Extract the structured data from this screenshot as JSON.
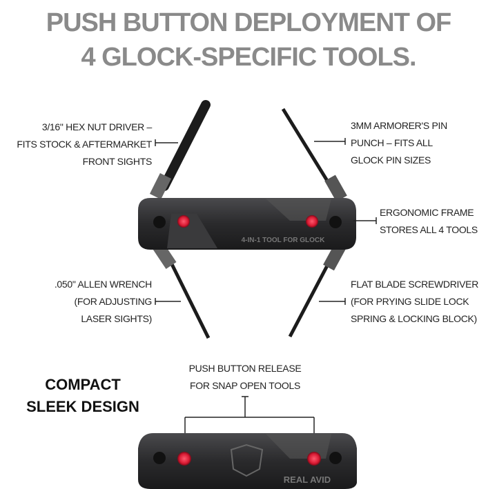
{
  "headline": {
    "line1": "PUSH BUTTON DEPLOYMENT OF",
    "line2": "4 GLOCK-SPECIFIC TOOLS."
  },
  "callouts": {
    "hex_driver": [
      "3/16\" HEX NUT DRIVER –",
      "FITS STOCK & AFTERMARKET",
      "FRONT SIGHTS"
    ],
    "pin_punch": [
      "3MM ARMORER'S PIN",
      "PUNCH – FITS ALL",
      "GLOCK PIN SIZES"
    ],
    "frame": [
      "ERGONOMIC FRAME",
      "STORES ALL 4 TOOLS"
    ],
    "allen_wrench": [
      ".050\" ALLEN WRENCH",
      "(FOR ADJUSTING",
      "LASER SIGHTS)"
    ],
    "screwdriver": [
      "FLAT BLADE SCREWDRIVER",
      "(FOR PRYING SLIDE LOCK",
      "SPRING & LOCKING BLOCK)"
    ],
    "release": [
      "PUSH BUTTON RELEASE",
      "FOR SNAP OPEN TOOLS"
    ]
  },
  "compact": [
    "COMPACT",
    "SLEEK DESIGN"
  ],
  "tool_engraving": "4-IN-1 TOOL FOR GLOCK",
  "brand_engraving": "REAL AVID",
  "colors": {
    "headline": "#8a8a8a",
    "button": "#e0203a",
    "body": "#2b2b2d"
  }
}
